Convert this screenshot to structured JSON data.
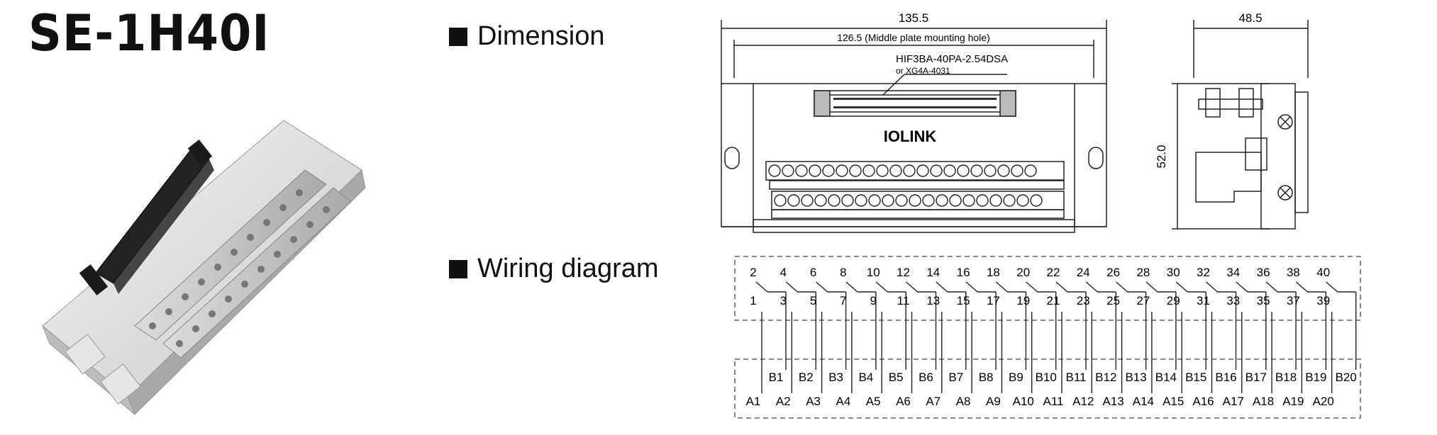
{
  "product": {
    "model": "SE-1H40I"
  },
  "sections": {
    "dimension": "Dimension",
    "wiring": "Wiring diagram"
  },
  "dimension": {
    "overall_width": "135.5",
    "mount_width": "126.5 (Middle plate mounting hole)",
    "connector_part": "HIF3BA-40PA-2.54DSA",
    "connector_alt": "or XG4A-4031",
    "brand": "IOLINK",
    "side_width": "48.5",
    "height": "52.0"
  },
  "wiring": {
    "even_pins": [
      "2",
      "4",
      "6",
      "8",
      "10",
      "12",
      "14",
      "16",
      "18",
      "20",
      "22",
      "24",
      "26",
      "28",
      "30",
      "32",
      "34",
      "36",
      "38",
      "40"
    ],
    "odd_pins": [
      "1",
      "3",
      "5",
      "7",
      "9",
      "11",
      "13",
      "15",
      "17",
      "19",
      "21",
      "23",
      "25",
      "27",
      "29",
      "31",
      "33",
      "35",
      "37",
      "39"
    ],
    "b_terms": [
      "B1",
      "B2",
      "B3",
      "B4",
      "B5",
      "B6",
      "B7",
      "B8",
      "B9",
      "B10",
      "B11",
      "B12",
      "B13",
      "B14",
      "B15",
      "B16",
      "B17",
      "B18",
      "B19",
      "B20"
    ],
    "a_terms": [
      "A1",
      "A2",
      "A3",
      "A4",
      "A5",
      "A6",
      "A7",
      "A8",
      "A9",
      "A10",
      "A11",
      "A12",
      "A13",
      "A14",
      "A15",
      "A16",
      "A17",
      "A18",
      "A19",
      "A20"
    ]
  }
}
